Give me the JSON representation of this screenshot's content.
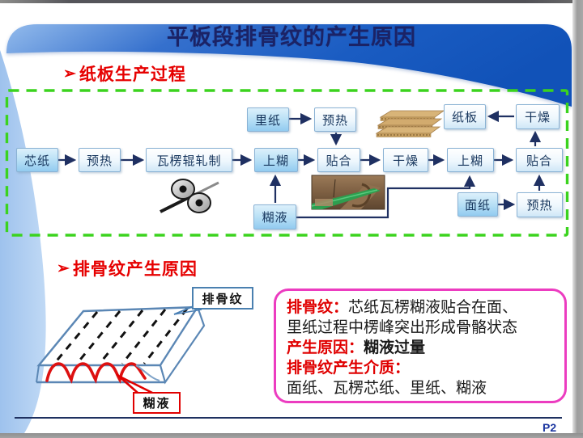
{
  "title": "平板段排骨纹的产生原因",
  "sections": [
    {
      "bullet": "➢",
      "label": "纸板生产过程"
    },
    {
      "bullet": "➢",
      "label": "排骨纹产生原因"
    }
  ],
  "flowchart": {
    "nodes": {
      "xinzhi": "芯纸",
      "yure1": "预热",
      "walenggun": "瓦楞辊轧制",
      "shanghu1": "上糊",
      "tiehe1": "贴合",
      "ganzao1": "干燥",
      "shanghu2": "上糊",
      "tiehe2": "贴合",
      "lizhi": "里纸",
      "yure2": "预热",
      "zhiban": "纸板",
      "ganzao2": "干燥",
      "huye": "糊液",
      "mianzhi": "面纸",
      "yure3": "预热"
    },
    "icons": {
      "rollers": "corrugating-rollers-icon",
      "board": "corrugated-board-image",
      "machine": "laminating-machine-image"
    }
  },
  "diagram": {
    "callout_top": "排骨纹",
    "callout_bottom": "糊液"
  },
  "info_box": {
    "lines": [
      {
        "head": "排骨纹：",
        "body": "芯纸瓦楞糊液贴合在面、"
      },
      {
        "head": "",
        "body": "里纸过程中楞峰突出形成骨骼状态"
      },
      {
        "head": "产生原因：",
        "body": "糊液过量"
      },
      {
        "head": "排骨纹产生介质：",
        "body": ""
      },
      {
        "head": "",
        "body": "面纸、瓦楞芯纸、里纸、糊液"
      }
    ]
  },
  "footer": {
    "page": "P2"
  },
  "colors": {
    "header_blue_light": "#8fb7ea",
    "header_blue_dark": "#1152b8",
    "left_band_blue": "#abcaef",
    "heading_red": "#e60000",
    "dashed_border_green": "#3bd31e",
    "node_border_blue": "#8ab2d4",
    "node_text_navy": "#17365d",
    "connector_navy": "#1f3062",
    "info_border_pink": "#ec3cc0",
    "footer_navy": "#1e3060",
    "page_number_blue": "#1c36a0"
  }
}
